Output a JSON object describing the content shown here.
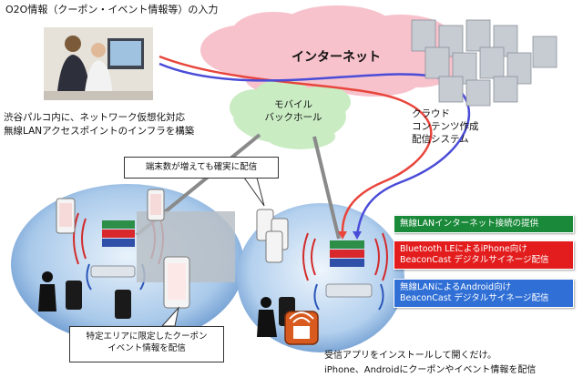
{
  "title": "O2O情報（クーポン・イベント情報等）の入力",
  "cloud": {
    "internet_label": "インターネット",
    "mobile_label_1": "モバイル",
    "mobile_label_2": "バックホール"
  },
  "left_desc": {
    "line1": "渋谷パルコ内に、ネットワーク仮想化対応",
    "line2": "無線LANアクセスポイントのインフラを構築"
  },
  "server_desc": {
    "line1": "クラウド",
    "line2": "コンテンツ作成",
    "line3": "配信システム"
  },
  "callouts": {
    "top": "端末数が増えても確実に配信",
    "bottom_left_1": "特定エリアに限定したクーポン",
    "bottom_left_2": "イベント情報を配信"
  },
  "tags": {
    "green": "無線LANインターネット接続の提供",
    "red_1": "Bluetooth LEによるiPhone向け",
    "red_2": "BeaconCast デジタルサイネージ配信",
    "blue_1": "無線LANによるAndroid向け",
    "blue_2": "BeaconCast デジタルサイネージ配信"
  },
  "app_desc": {
    "line1": "受信アプリをインストールして開くだけ。",
    "line2": "iPhone、Androidにクーポンやイベント情報を配信"
  },
  "colors": {
    "cloud_pink": "#f7c2cc",
    "cloud_green": "#c9ecc3",
    "ellipse_blue": "#6fa3d8",
    "tag_green": "#1a8a3a",
    "tag_red": "#e31d1d",
    "tag_blue": "#2f6fd6",
    "line_red": "#e8453c",
    "line_blue": "#4a4cd8"
  }
}
